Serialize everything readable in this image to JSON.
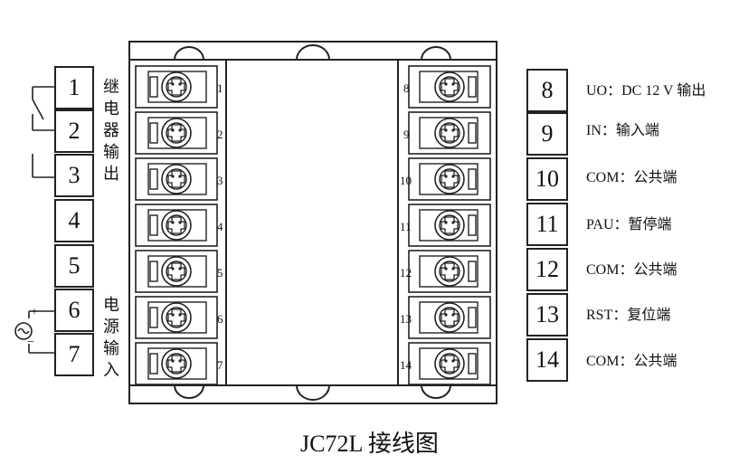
{
  "left_terminals": [
    "1",
    "2",
    "3",
    "4",
    "5",
    "6",
    "7"
  ],
  "labels": {
    "relay_output": [
      "继",
      "电",
      "器",
      "输",
      "出"
    ],
    "power_input": [
      "电",
      "源",
      "输",
      "入"
    ]
  },
  "left_screw_numbers": [
    "1",
    "2",
    "3",
    "4",
    "5",
    "6",
    "7"
  ],
  "right_screw_numbers": [
    "8",
    "9",
    "10",
    "11",
    "12",
    "13",
    "14"
  ],
  "right_terminals": [
    {
      "number": "8",
      "desc": "UO：DC 12 V 输出"
    },
    {
      "number": "9",
      "desc": "IN：输入端"
    },
    {
      "number": "10",
      "desc": "COM：公共端"
    },
    {
      "number": "11",
      "desc": "PAU：暂停端"
    },
    {
      "number": "12",
      "desc": "COM：公共端"
    },
    {
      "number": "13",
      "desc": "RST：复位端"
    },
    {
      "number": "14",
      "desc": "COM：公共端"
    }
  ],
  "power_symbols": {
    "plus": "+",
    "minus": "−",
    "source": "~"
  },
  "caption": "JC72L 接线图"
}
